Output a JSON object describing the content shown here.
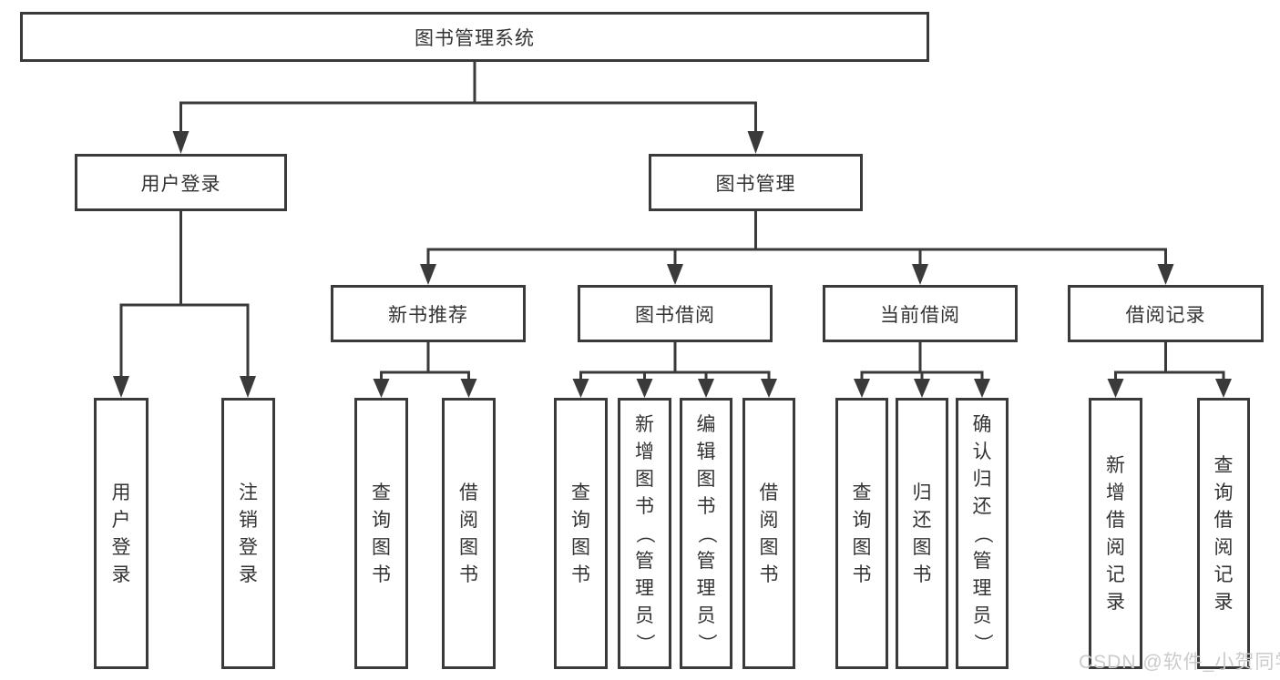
{
  "diagram": {
    "root": {
      "label": "图书管理系统"
    },
    "level2": [
      {
        "label": "用户登录"
      },
      {
        "label": "图书管理"
      }
    ],
    "level3": [
      {
        "label": "新书推荐"
      },
      {
        "label": "图书借阅"
      },
      {
        "label": "当前借阅"
      },
      {
        "label": "借阅记录"
      }
    ],
    "leaves": {
      "user_login": [
        "用户登录",
        "注销登录"
      ],
      "new_book": [
        "查询图书",
        "借阅图书"
      ],
      "book_borrow": [
        "查询图书",
        "新增图书（管理员）",
        "编辑图书（管理员）",
        "借阅图书"
      ],
      "current_borrow": [
        "查询图书",
        "归还图书",
        "确认归还（管理员）"
      ],
      "borrow_record": [
        "新增借阅记录",
        "查询借阅记录"
      ]
    }
  },
  "watermark": "CSDN @软件_小贺同学",
  "colors": {
    "line": "#3a3a3a",
    "text": "#333333",
    "watermark": "#cbcbcb",
    "background": "#ffffff"
  }
}
